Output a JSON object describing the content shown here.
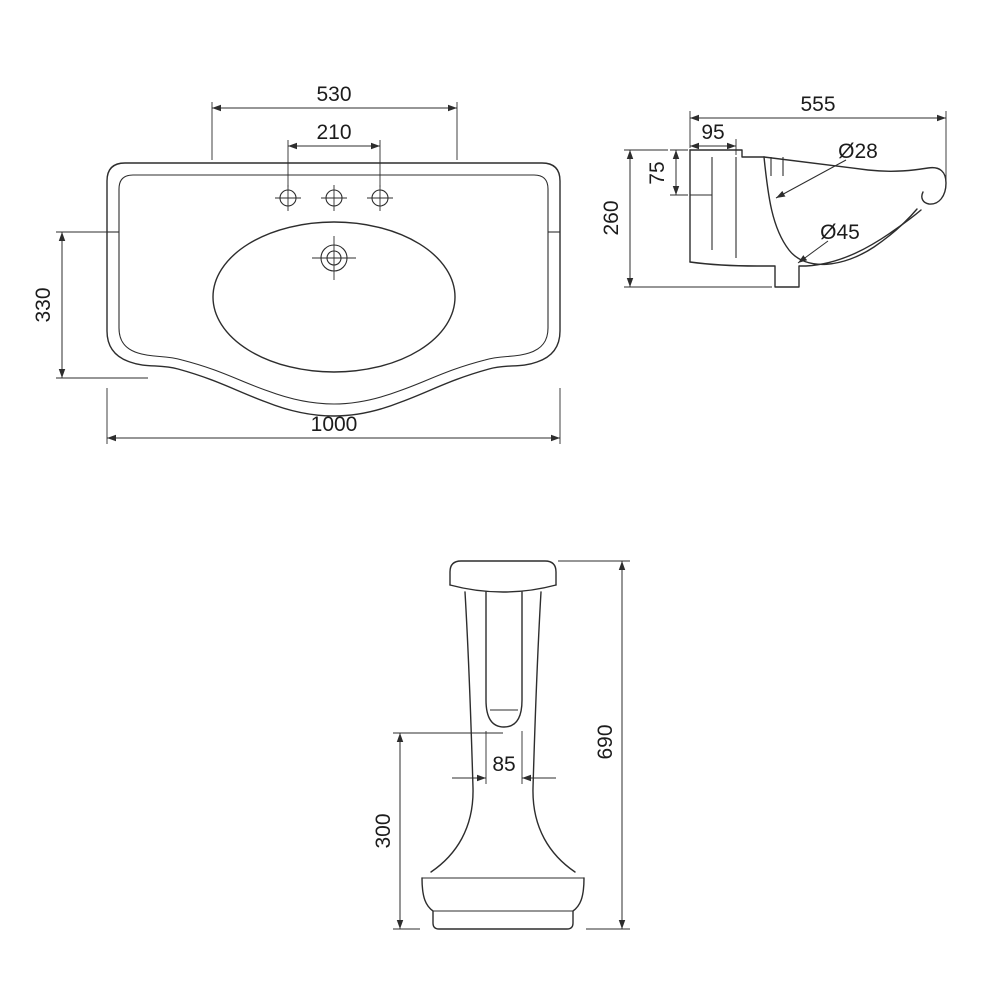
{
  "drawing": {
    "colors": {
      "line": "#2d2d2d",
      "background": "#ffffff"
    },
    "views": {
      "plan": {
        "dims": {
          "bowl_width": "530",
          "tap_spacing": "210",
          "depth": "330",
          "overall_width": "1000"
        }
      },
      "section": {
        "dims": {
          "depth": "555",
          "ledge": "95",
          "apron_height": "75",
          "height": "260",
          "tap_hole_dia": "Ø28",
          "waste_dia": "Ø45"
        }
      },
      "pedestal": {
        "dims": {
          "height": "690",
          "slot_width": "85",
          "lower_height": "300"
        }
      }
    }
  }
}
